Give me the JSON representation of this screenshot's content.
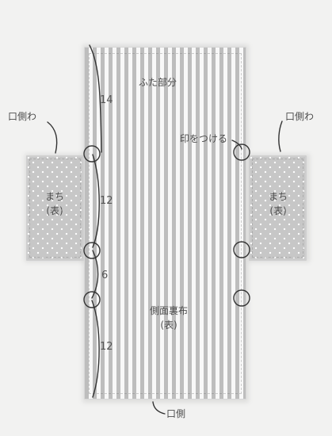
{
  "labels": {
    "left_opening": "口側わ",
    "right_opening": "口側わ",
    "flap": "ふた部分",
    "mark": "印をつける",
    "left_gusset_line1": "まち",
    "left_gusset_line2": "(表)",
    "right_gusset_line1": "まち",
    "right_gusset_line2": "(表)",
    "lining_line1": "側面裏布",
    "lining_line2": "(表)",
    "bottom_opening": "口側"
  },
  "measurements": {
    "top": "14",
    "upper_middle": "12",
    "middle": "6",
    "bottom": "12"
  },
  "style": {
    "stripe_fabric_color": "#bdbdbd",
    "dot_fabric_color": "#c7c7c7",
    "line_color": "#333333"
  }
}
